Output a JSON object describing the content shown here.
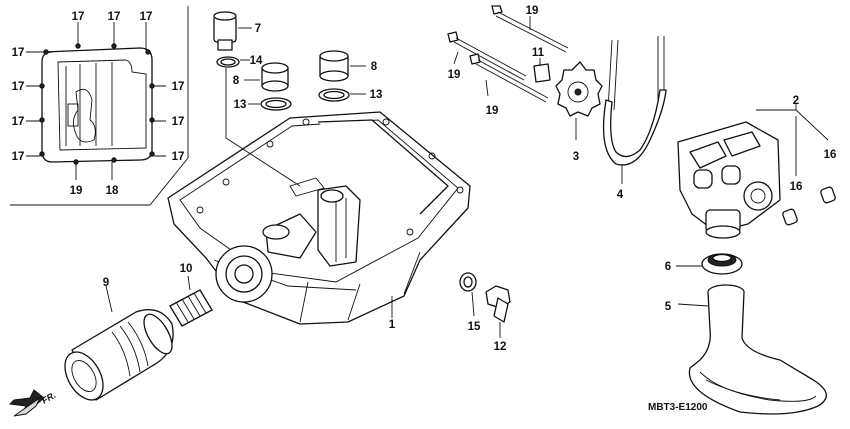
{
  "diagram_code": "MBT3-E1200",
  "direction_label": "FR.",
  "callouts": {
    "c1": "1",
    "c2": "2",
    "c3": "3",
    "c4": "4",
    "c5": "5",
    "c6": "6",
    "c7": "7",
    "c8a": "8",
    "c8b": "8",
    "c9": "9",
    "c10": "10",
    "c11": "11",
    "c12": "12",
    "c13a": "13",
    "c13b": "13",
    "c14": "14",
    "c15": "15",
    "c16a": "16",
    "c16b": "16",
    "c17a": "17",
    "c17b": "17",
    "c17c": "17",
    "c17d": "17",
    "c17e": "17",
    "c17f": "17",
    "c17g": "17",
    "c17h": "17",
    "c17i": "17",
    "c17j": "17",
    "c17k": "17",
    "c18": "18",
    "c19a": "19",
    "c19b": "19",
    "c19c": "19",
    "c19d": "19"
  }
}
